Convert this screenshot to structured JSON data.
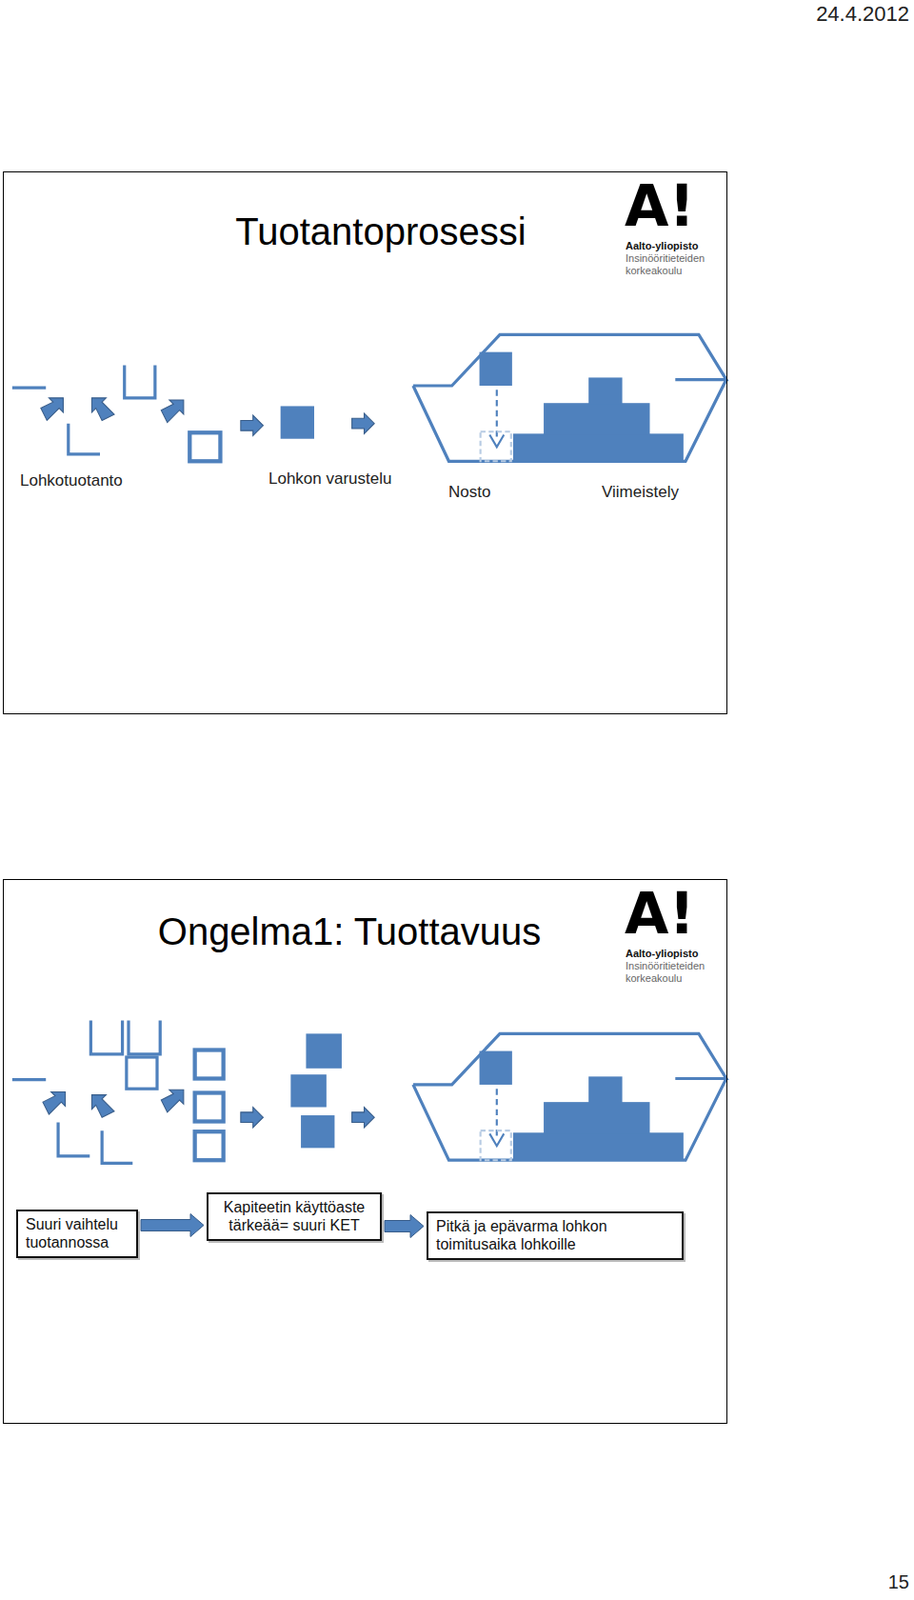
{
  "diagram": {
    "nodes": [
      {
        "text": [
          "Tuotantoprosessi"
        ]
      },
      {
        "text": [
          "Ongelma1: Tuottavuus"
        ]
      },
      {
        "text": [
          "Suuri vaihtelu tuotannossa"
        ],
        "in": 1
      },
      {
        "text": [
          "Kapiteetin käyttöaste tärkeää= suuri KET"
        ],
        "in": 1
      },
      {
        "text": [
          "Pitkä ja epävarma lohkon toimitusaika lohkoille"
        ],
        "in": 1
      }
    ],
    "edges": [
      {
        "from": 2,
        "to": 3,
        "arrow": "to"
      },
      {
        "from": 3,
        "to": 4,
        "arrow": "to"
      }
    ],
    "labels": [
      "24.4.2012",
      "A!",
      "Aalto-yliopisto",
      "Insinööritieteiden",
      "korkeakoulu",
      "Lohkotuotanto",
      "Lohkon varustelu",
      "Nosto",
      "Viimeistely",
      "A!",
      "Aalto-yliopisto",
      "Insinööritieteiden",
      "korkeakoulu",
      "15"
    ]
  }
}
